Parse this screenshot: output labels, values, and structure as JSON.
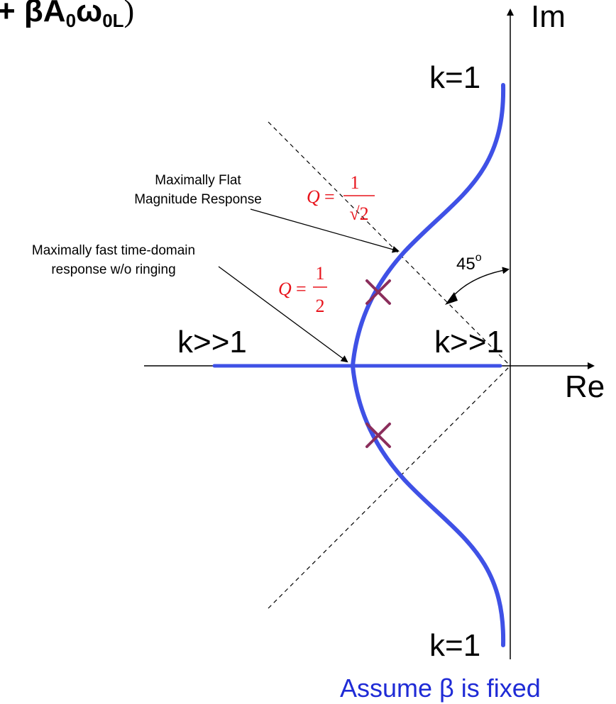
{
  "title": {
    "prefix": "+ ",
    "beta": "β",
    "a": "A",
    "sub1": "0",
    "omega": "ω",
    "sub2": "0L",
    "suffix": ")"
  },
  "axes": {
    "imag_label": "Im",
    "real_label": "Re"
  },
  "locus_labels": {
    "top_k": "k=1",
    "bottom_k": "k=1",
    "left_real": "k>>1",
    "right_real": "k>>1"
  },
  "annotations": {
    "flat_line1": "Maximally Flat",
    "flat_line2": "Magnitude Response",
    "fast_line1": "Maximally fast time-domain",
    "fast_line2": "response w/o ringing",
    "angle": "45",
    "angle_unit": "o"
  },
  "q_labels": {
    "q_symbol": "Q",
    "eq": "=",
    "flat_num": "1",
    "flat_den": "√2",
    "fast_num": "1",
    "fast_den": "2"
  },
  "footnote": "Assume β is fixed",
  "colors": {
    "locus": "#3f51e6",
    "pole": "#8b2e5c",
    "q_text": "#e8141c",
    "note": "#1f2bd6"
  }
}
